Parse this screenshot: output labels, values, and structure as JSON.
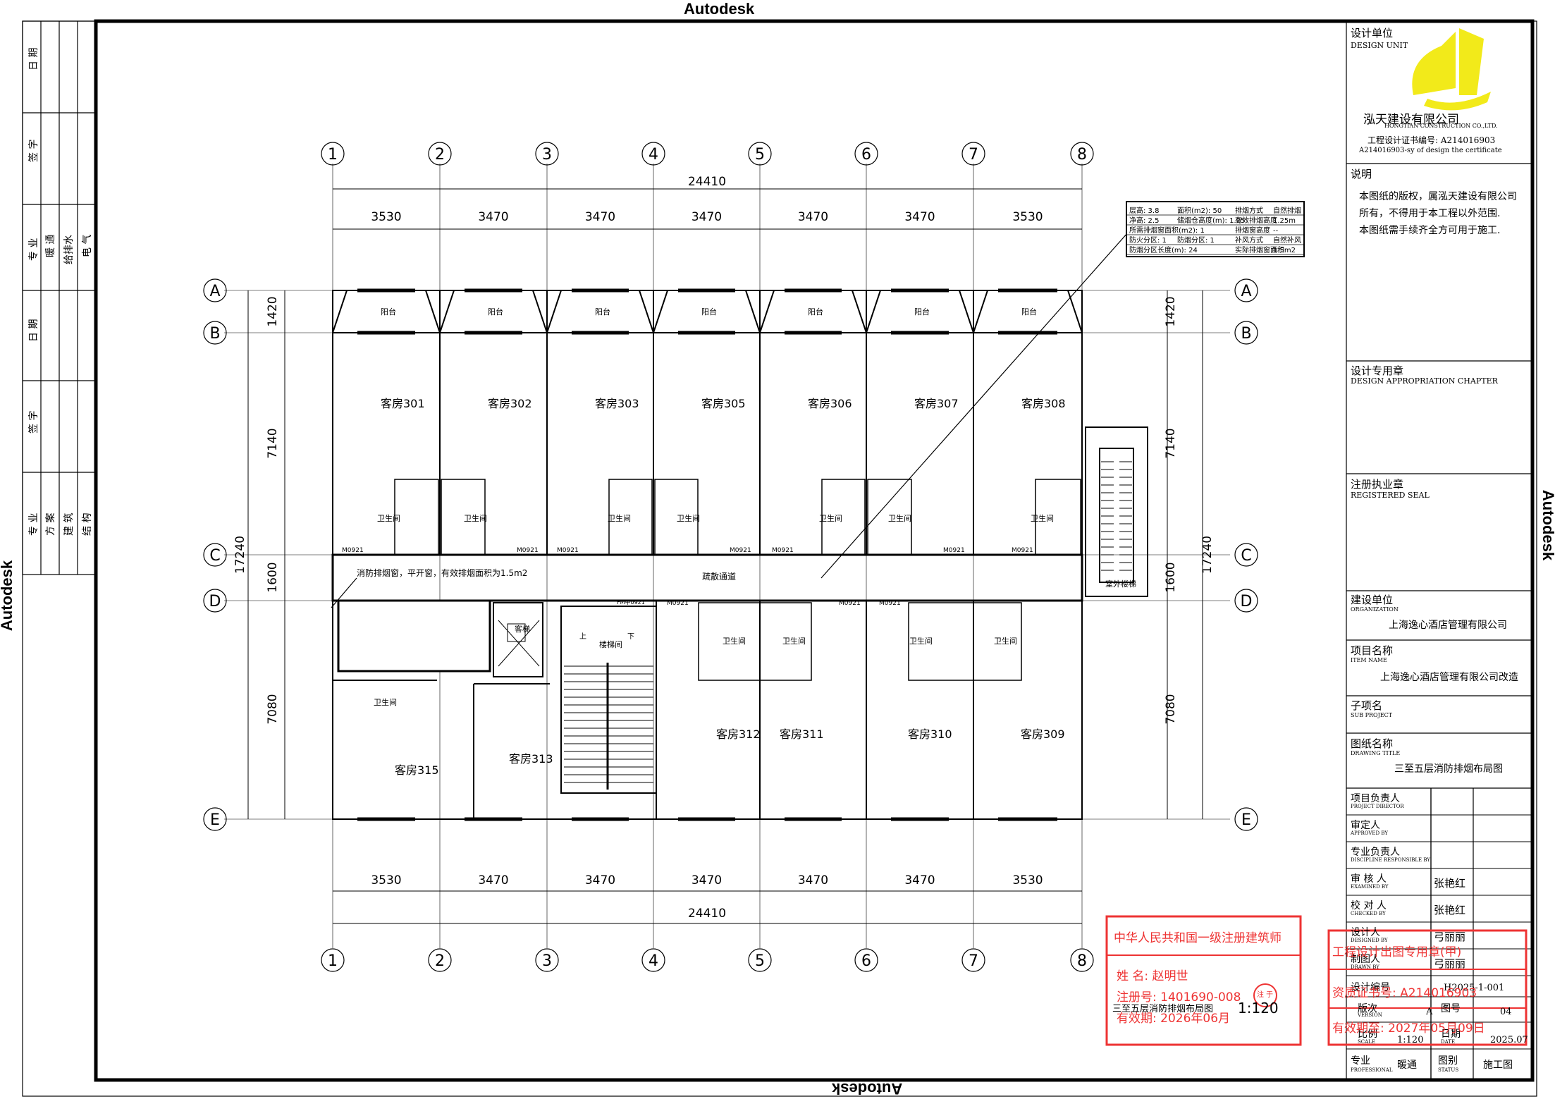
{
  "watermark": "Autodesk",
  "sign_block": {
    "left_top": {
      "rows": [
        "日 期",
        "签 字",
        "专 业"
      ],
      "disciplines": [
        "暖 通",
        "给排水",
        "电 气"
      ]
    },
    "left_bottom": {
      "rows": [
        "日 期",
        "签 字",
        "专 业"
      ],
      "disciplines": [
        "方 案",
        "建 筑",
        "结 构"
      ]
    }
  },
  "grid": {
    "columns": [
      "1",
      "2",
      "3",
      "4",
      "5",
      "6",
      "7",
      "8"
    ],
    "rows": [
      "A",
      "B",
      "C",
      "D",
      "E"
    ],
    "top_dims": [
      "3530",
      "3470",
      "3470",
      "3470",
      "3470",
      "3470",
      "3530"
    ],
    "top_total": "24410",
    "bottom_dims": [
      "3530",
      "3470",
      "3470",
      "3470",
      "3470",
      "3470",
      "3530"
    ],
    "bottom_total": "24410",
    "left_dims": [
      "1420",
      "7140",
      "1600",
      "7080"
    ],
    "left_total": "17240",
    "right_dims": [
      "1420",
      "7140",
      "1600",
      "7080"
    ],
    "right_total": "17240"
  },
  "rooms": {
    "north": [
      "客房301",
      "客房302",
      "客房303",
      "客房305",
      "客房306",
      "客房307",
      "客房308"
    ],
    "south": [
      "客房312",
      "客房311",
      "客房310",
      "客房309"
    ],
    "other": [
      "客房313",
      "客房315"
    ],
    "balcony": "阳台",
    "bathroom": "卫生间",
    "door": "M0921",
    "door_fm": "FM甲0921",
    "corridor": "疏散通道",
    "elevator": "客梯",
    "stair": "楼梯间",
    "stair_up": "上",
    "stair_down": "下",
    "ext_stair": "室外楼梯",
    "smoke_note": "消防排烟窗，平开窗，有效排烟面积为1.5m2"
  },
  "info_table": [
    [
      "层高: 3.8",
      "面积(m2): 50",
      "排烟方式",
      "自然排烟"
    ],
    [
      "净高: 2.5",
      "储烟仓高度(m): 1.25",
      "有效排烟高度",
      "1.25m"
    ],
    [
      "所需排烟窗面积(m2): 1",
      "",
      "排烟窗高度",
      "--"
    ],
    [
      "防火分区: 1",
      "防烟分区: 1",
      "补风方式",
      "自然补风"
    ],
    [
      "防烟分区长度(m): 24",
      "",
      "实际排烟窗面积",
      "1.5m2"
    ]
  ],
  "title_block": {
    "design_unit_cn": "设计单位",
    "design_unit_en": "DESIGN UNIT",
    "company_cn": "泓天建设有限公司",
    "company_en": "HONGTIAN CONSTRUCTION CO.,LTD.",
    "cert": "工程设计证书编号: A214016903",
    "cert_en": "A214016903-sy  of design  the  certificate",
    "notes_title": "说明",
    "notes": [
      "本图纸的版权，属泓天建设有限公司",
      "所有，不得用于本工程以外范围.",
      "本图纸需手续齐全方可用于施工."
    ],
    "chapter_cn": "设计专用章",
    "chapter_en": "DESIGN APPROPRIATION CHAPTER",
    "seal_cn": "注册执业章",
    "seal_en": "REGISTERED SEAL",
    "org_cn": "建设单位",
    "org_en": "ORGANIZATION",
    "org_value": "上海逸心酒店管理有限公司",
    "item_cn": "项目名称",
    "item_en": "ITEM NAME",
    "item_value": "上海逸心酒店管理有限公司改造",
    "sub_cn": "子项名",
    "sub_en": "SUB PROJECT",
    "title_cn": "图纸名称",
    "title_en": "DRAWING TITLE",
    "title_value": "三至五层消防排烟布局图",
    "people": [
      {
        "cn": "项目负责人",
        "en": "PROJECT DIRECTOR",
        "name": ""
      },
      {
        "cn": "审定人",
        "en": "APPROVED BY",
        "name": ""
      },
      {
        "cn": "专业负责人",
        "en": "DISCIPLINE RESPONSIBLE BY",
        "name": ""
      },
      {
        "cn": "审 核 人",
        "en": "EXAMINED BY",
        "name": "张艳红"
      },
      {
        "cn": "校 对 人",
        "en": "CHECKED BY",
        "name": "张艳红"
      },
      {
        "cn": "设计人",
        "en": "DESIGNED BY",
        "name": "弓丽丽"
      },
      {
        "cn": "制图人",
        "en": "DRAWN BY",
        "name": "弓丽丽"
      }
    ],
    "design_no_label": "设计编号",
    "design_no": "H2025-1-001",
    "version_label": "版次",
    "version_en": "VERSION",
    "version": "A",
    "fig_no_label": "图号",
    "fig_no": "04",
    "scale_label": "比例",
    "scale_en": "SCALE",
    "scale": "1:120",
    "date_label": "日期",
    "date_en": "DATE",
    "date": "2025.07",
    "prof_label": "专业",
    "prof_en": "PROFESSIONAL",
    "prof": "暖通",
    "status_label": "图别",
    "status_en": "STATUS",
    "status": "施工图"
  },
  "drawing_caption": "三至五层消防排烟布局图",
  "drawing_scale": "1:120",
  "stamp_left": {
    "title": "中华人民共和国一级注册建筑师",
    "name": "姓  名: 赵明世",
    "reg": "注册号: 1401690-008",
    "valid": "有效期: 2026年06月",
    "seal": "注 于"
  },
  "stamp_right": {
    "line1": "工程设计出图专用章(甲)",
    "line2": "资质证书号: A214016903",
    "line3": "有效期至: 2027年05月09日"
  }
}
